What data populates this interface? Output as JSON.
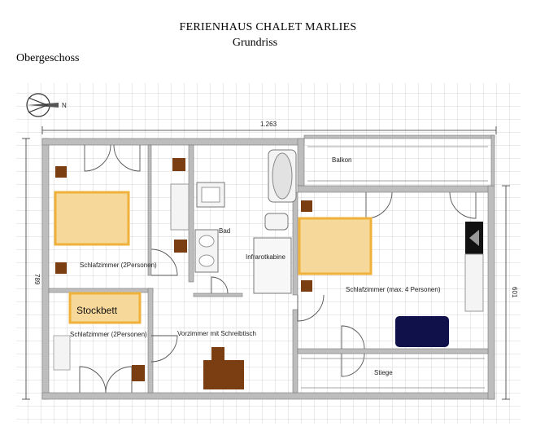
{
  "header": {
    "title": "FERIENHAUS CHALET MARLIES",
    "subtitle": "Grundriss",
    "floor": "Obergeschoss"
  },
  "dimensions": {
    "width": "1.263",
    "height_left": "789",
    "height_right": "601"
  },
  "compass": {
    "letter": "N"
  },
  "rooms": {
    "balkon": "Balkon",
    "bad": "Bad",
    "infrarot": "Infrarotkabine",
    "schlaf1": "Schlafzimmer (2Personen)",
    "schlaf_big": "Schlafzimmer (max. 4 Personen)",
    "stockbett": "Stockbett",
    "schlaf2": "Schlafzimmer (2Personen)",
    "vorzimmer": "Vorzimmer mit Schreibtisch",
    "stiege": "Stiege"
  },
  "colors": {
    "wall": "#bdbdbd",
    "grid": "#d6d6d6",
    "bed": "#f7d89b",
    "bed_border": "#f0b13a",
    "furniture": "#7a3e12",
    "sofa": "#10104a"
  }
}
